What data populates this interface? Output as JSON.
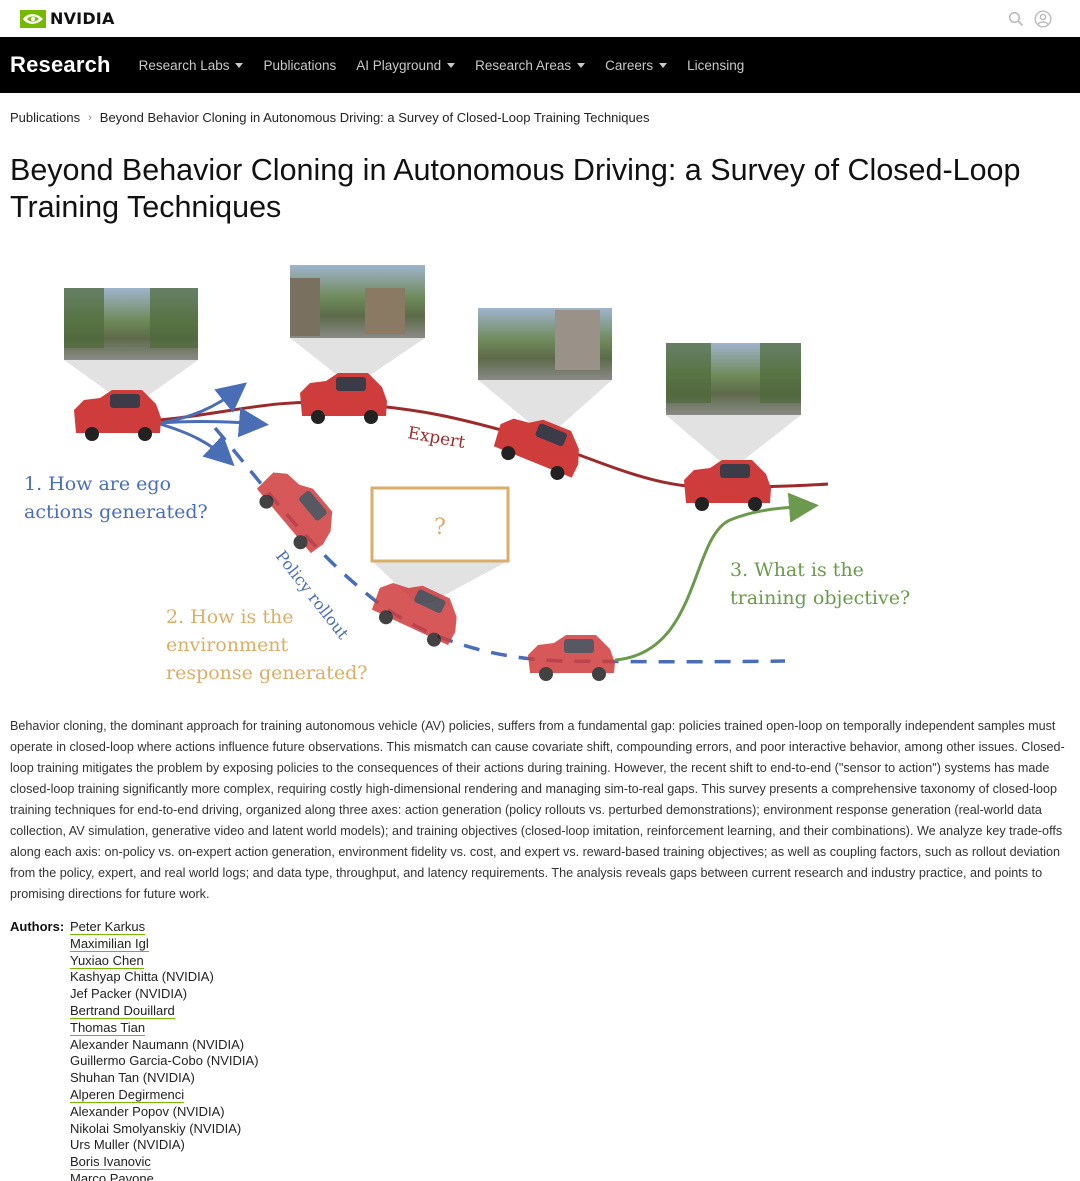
{
  "brand": {
    "logo_text": "NVIDIA",
    "logo_color": "#76b900"
  },
  "nav": {
    "title": "Research",
    "items": [
      {
        "label": "Research Labs",
        "dropdown": true
      },
      {
        "label": "Publications",
        "dropdown": false
      },
      {
        "label": "AI Playground",
        "dropdown": true
      },
      {
        "label": "Research Areas",
        "dropdown": true
      },
      {
        "label": "Careers",
        "dropdown": true
      },
      {
        "label": "Licensing",
        "dropdown": false
      }
    ]
  },
  "breadcrumb": {
    "parent": "Publications",
    "current": "Beyond Behavior Cloning in Autonomous Driving: a Survey of Closed-Loop Training Techniques"
  },
  "page_title": "Beyond Behavior Cloning in Autonomous Driving: a Survey of Closed-Loop Training Techniques",
  "figure": {
    "q1_line1": "1. How are ego",
    "q1_line2": "actions generated?",
    "q2_line1": "2. How is the",
    "q2_line2": "environment",
    "q2_line3": "response generated?",
    "q3_line1": "3. What is the",
    "q3_line2": "training objective?",
    "expert_label": "Expert",
    "rollout_label": "Policy rollout",
    "unknown_mark": "?",
    "colors": {
      "blue": "#4a6eb5",
      "expert": "#9b2b2b",
      "orange": "#d9ae6a",
      "green": "#6b9a4e",
      "car": "#cf3c3c"
    }
  },
  "abstract": "Behavior cloning, the dominant approach for training autonomous vehicle (AV) policies, suffers from a fundamental gap: policies trained open-loop on temporally independent samples must operate in closed-loop where actions influence future observations. This mismatch can cause covariate shift, compounding errors, and poor interactive behavior, among other issues. Closed-loop training mitigates the problem by exposing policies to the consequences of their actions during training. However, the recent shift to end-to-end (\"sensor to action\") systems has made closed-loop training significantly more complex, requiring costly high-dimensional rendering and managing sim-to-real gaps. This survey presents a comprehensive taxonomy of closed-loop training techniques for end-to-end driving, organized along three axes: action generation (policy rollouts vs. perturbed demonstrations); environment response generation (real-world data collection, AV simulation, generative video and latent world models); and training objectives (closed-loop imitation, reinforcement learning, and their combinations). We analyze key trade-offs along each axis: on-policy vs. on-expert action generation, environment fidelity vs. cost, and expert vs. reward-based training objectives; as well as coupling factors, such as rollout deviation from the policy, expert, and real world logs; and data type, throughput, and latency requirements. The analysis reveals gaps between current research and industry practice, and points to promising directions for future work.",
  "authors": {
    "label": "Authors:",
    "list": [
      {
        "name": "Peter Karkus",
        "link": true
      },
      {
        "name": "Maximilian Igl",
        "link": true
      },
      {
        "name": "Yuxiao Chen",
        "link": true
      },
      {
        "name": "Kashyap Chitta (NVIDIA)",
        "link": false
      },
      {
        "name": "Jef Packer (NVIDIA)",
        "link": false
      },
      {
        "name": "Bertrand Douillard",
        "link": true
      },
      {
        "name": "Thomas Tian",
        "link": true
      },
      {
        "name": "Alexander Naumann (NVIDIA)",
        "link": false
      },
      {
        "name": "Guillermo Garcia-Cobo (NVIDIA)",
        "link": false
      },
      {
        "name": "Shuhan Tan (NVIDIA)",
        "link": false
      },
      {
        "name": "Alperen Degirmenci",
        "link": true
      },
      {
        "name": "Alexander Popov (NVIDIA)",
        "link": false
      },
      {
        "name": "Nikolai Smolyanskiy (NVIDIA)",
        "link": false
      },
      {
        "name": "Urs Muller (NVIDIA)",
        "link": false
      },
      {
        "name": "Boris Ivanovic",
        "link": true
      },
      {
        "name": "Marco Pavone",
        "link": true
      }
    ]
  }
}
